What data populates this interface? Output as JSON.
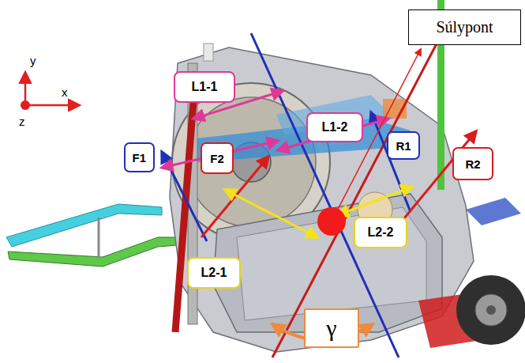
{
  "diagram": {
    "nodes": [
      {
        "text": [
          "Súlypont"
        ]
      },
      {
        "text": [
          "L1-1"
        ]
      },
      {
        "text": [
          "L1-2"
        ]
      },
      {
        "text": [
          "F1"
        ]
      },
      {
        "text": [
          "F2"
        ]
      },
      {
        "text": [
          "R1"
        ]
      },
      {
        "text": [
          "R2"
        ]
      },
      {
        "text": [
          "L2-2"
        ]
      },
      {
        "text": [
          "L2-1"
        ]
      },
      {
        "text": [
          "γ"
        ]
      }
    ],
    "labels": [
      "y",
      "x",
      "z"
    ]
  }
}
